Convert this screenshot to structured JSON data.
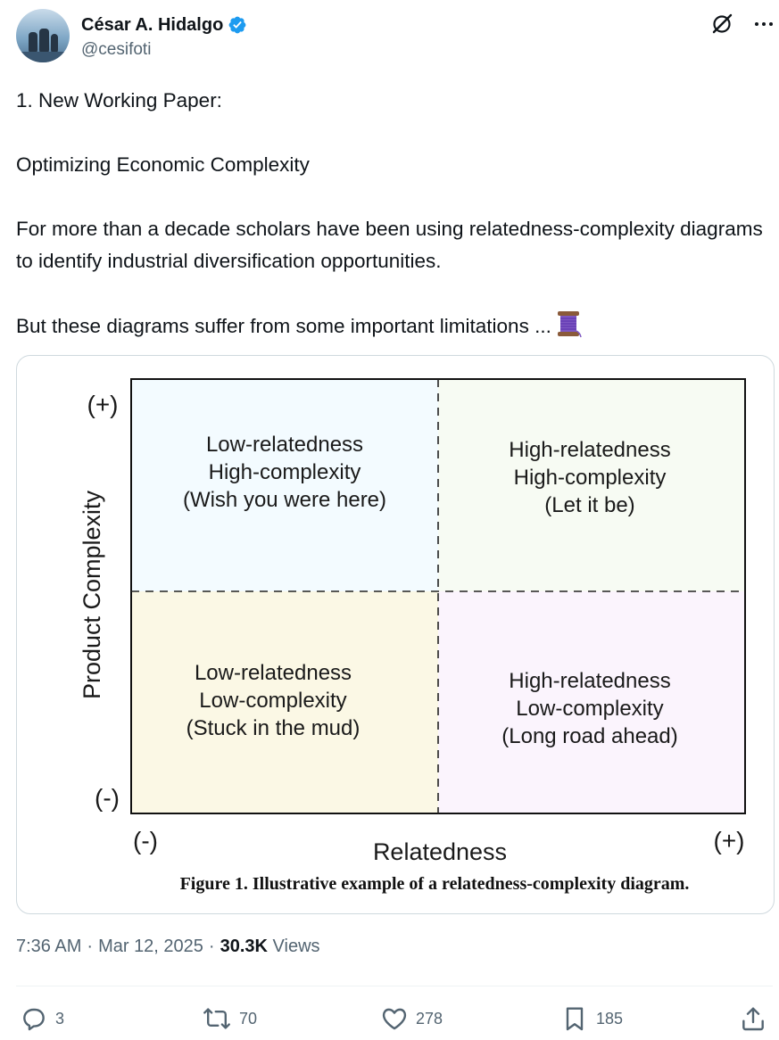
{
  "author": {
    "name": "César A. Hidalgo",
    "handle": "@cesifoti"
  },
  "tweet": {
    "line1": "1.  New Working Paper:",
    "line2": "Optimizing Economic Complexity",
    "line3": "For more than a decade scholars have been using relatedness-complexity diagrams to identify industrial diversification opportunities.",
    "line4": "But these diagrams suffer from some important limitations ..."
  },
  "figure": {
    "y_axis_label": "Product Complexity",
    "x_axis_label": "Relatedness",
    "y_plus": "(+)",
    "y_minus": "(-)",
    "x_minus": "(-)",
    "x_plus": "(+)",
    "caption": "Figure 1. Illustrative example of a relatedness-complexity diagram.",
    "quadrants": {
      "top_left": [
        "Low-relatedness",
        "High-complexity",
        "(Wish you were here)"
      ],
      "top_right": [
        "High-relatedness",
        "High-complexity",
        "(Let it be)"
      ],
      "bottom_left": [
        "Low-relatedness",
        "Low-complexity",
        "(Stuck in the mud)"
      ],
      "bottom_right": [
        "High-relatedness",
        "Low-complexity",
        "(Long road ahead)"
      ]
    },
    "colors": {
      "top_left": "#f3fbff",
      "top_right": "#f7fbf3",
      "bottom_left": "#fbf8e5",
      "bottom_right": "#fbf4fd"
    }
  },
  "meta": {
    "time": "7:36 AM",
    "separator": "·",
    "date": "Mar 12, 2025",
    "views_count": "30.3K",
    "views_label": "Views"
  },
  "actions": {
    "replies": "3",
    "reposts": "70",
    "likes": "278",
    "bookmarks": "185"
  },
  "icons": {
    "verified": "verified-badge-icon",
    "grok": "grok-icon",
    "more": "more-icon",
    "spool": "spool-of-thread-icon"
  },
  "accent_color": "#1d9bf0"
}
